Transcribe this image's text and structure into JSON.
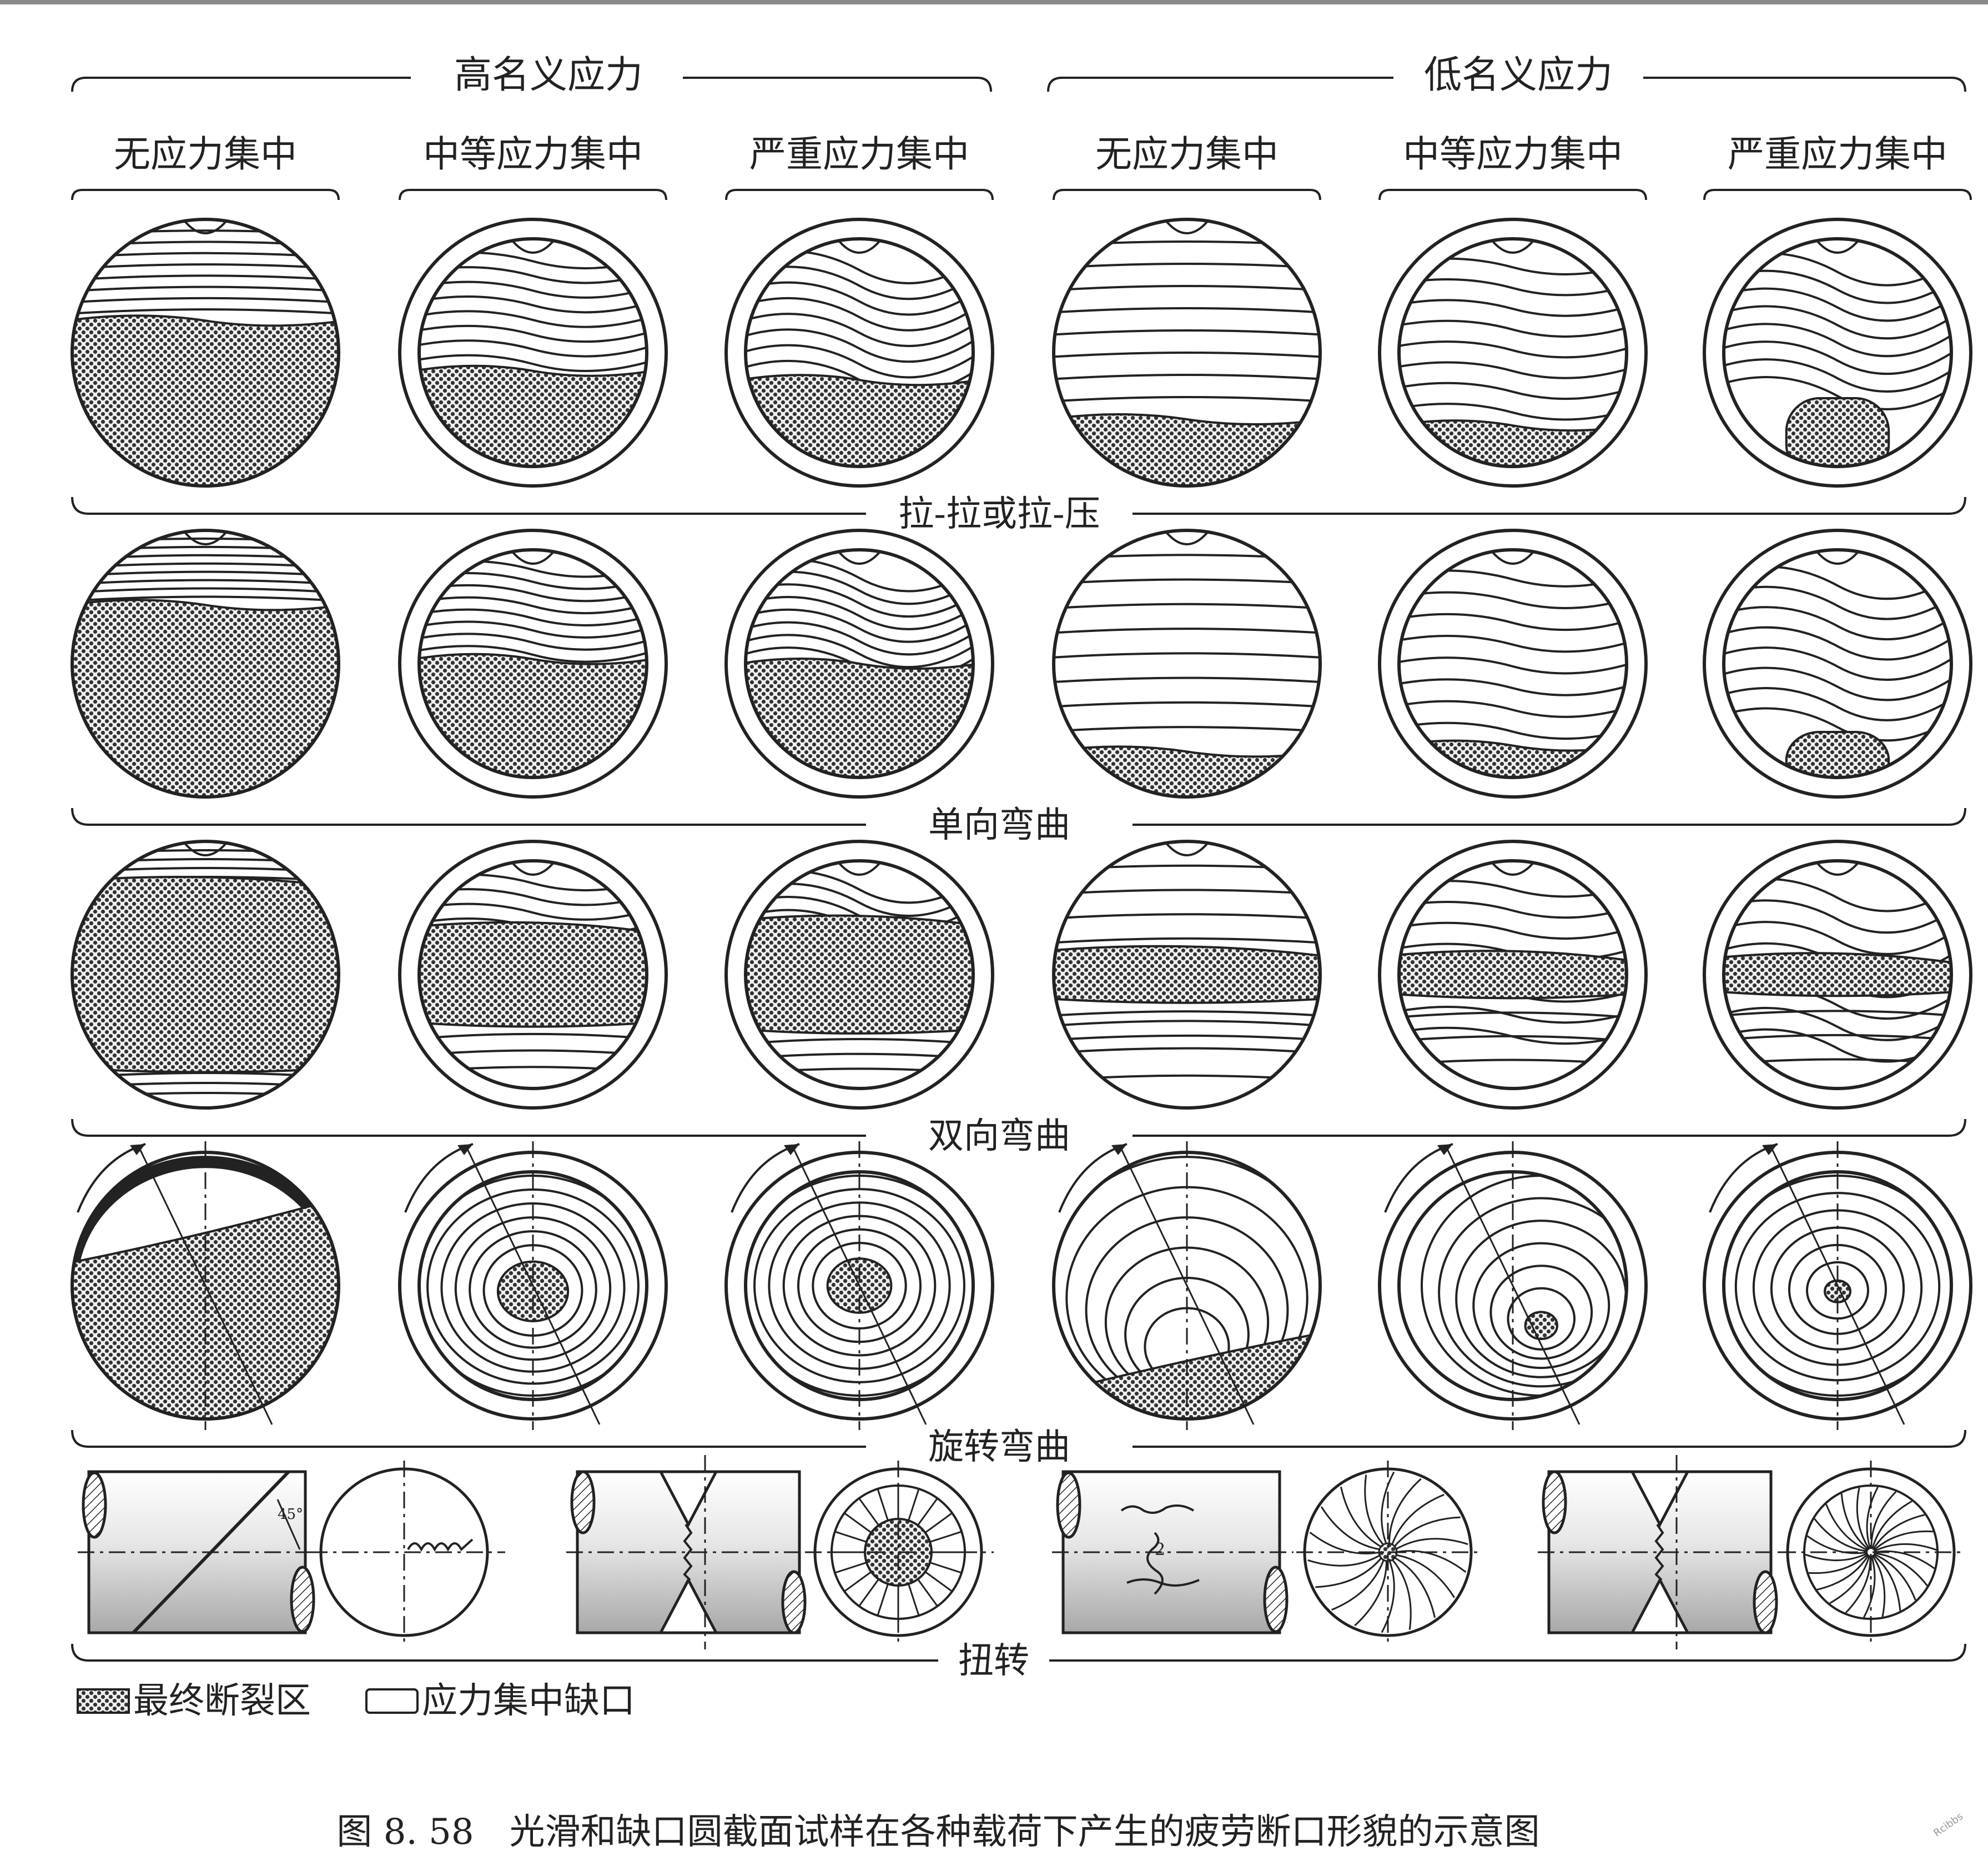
{
  "headers": {
    "high_stress": "高名义应力",
    "low_stress": "低名义应力"
  },
  "columns": [
    "无应力集中",
    "中等应力集中",
    "严重应力集中",
    "无应力集中",
    "中等应力集中",
    "严重应力集中"
  ],
  "rows": [
    {
      "label": "拉-拉或拉-压",
      "final_fraction": [
        0.62,
        0.42,
        0.38,
        0.25,
        0.18,
        0.3
      ]
    },
    {
      "label": "单向弯曲",
      "final_fraction": [
        0.72,
        0.52,
        0.5,
        0.17,
        0.14,
        0.2
      ]
    },
    {
      "label": "双向弯曲",
      "final_fraction": [
        0.7,
        0.42,
        0.48,
        0.18,
        0.17,
        0.15
      ]
    },
    {
      "label": "旋转弯曲",
      "final_fraction": [
        0.68,
        0.22,
        0.2,
        0.12,
        0.1,
        0.03
      ]
    }
  ],
  "torsion": {
    "label": "扭转",
    "angle_label": "45°",
    "center_mark": "2"
  },
  "legend": {
    "final_fracture": "最终断裂区",
    "notch": "应力集中缺口"
  },
  "caption": "图 8. 58　光滑和缺口圆截面试样在各种载荷下产生的疲劳断口形貌的示意图",
  "watermark": "Rcibbs"
}
